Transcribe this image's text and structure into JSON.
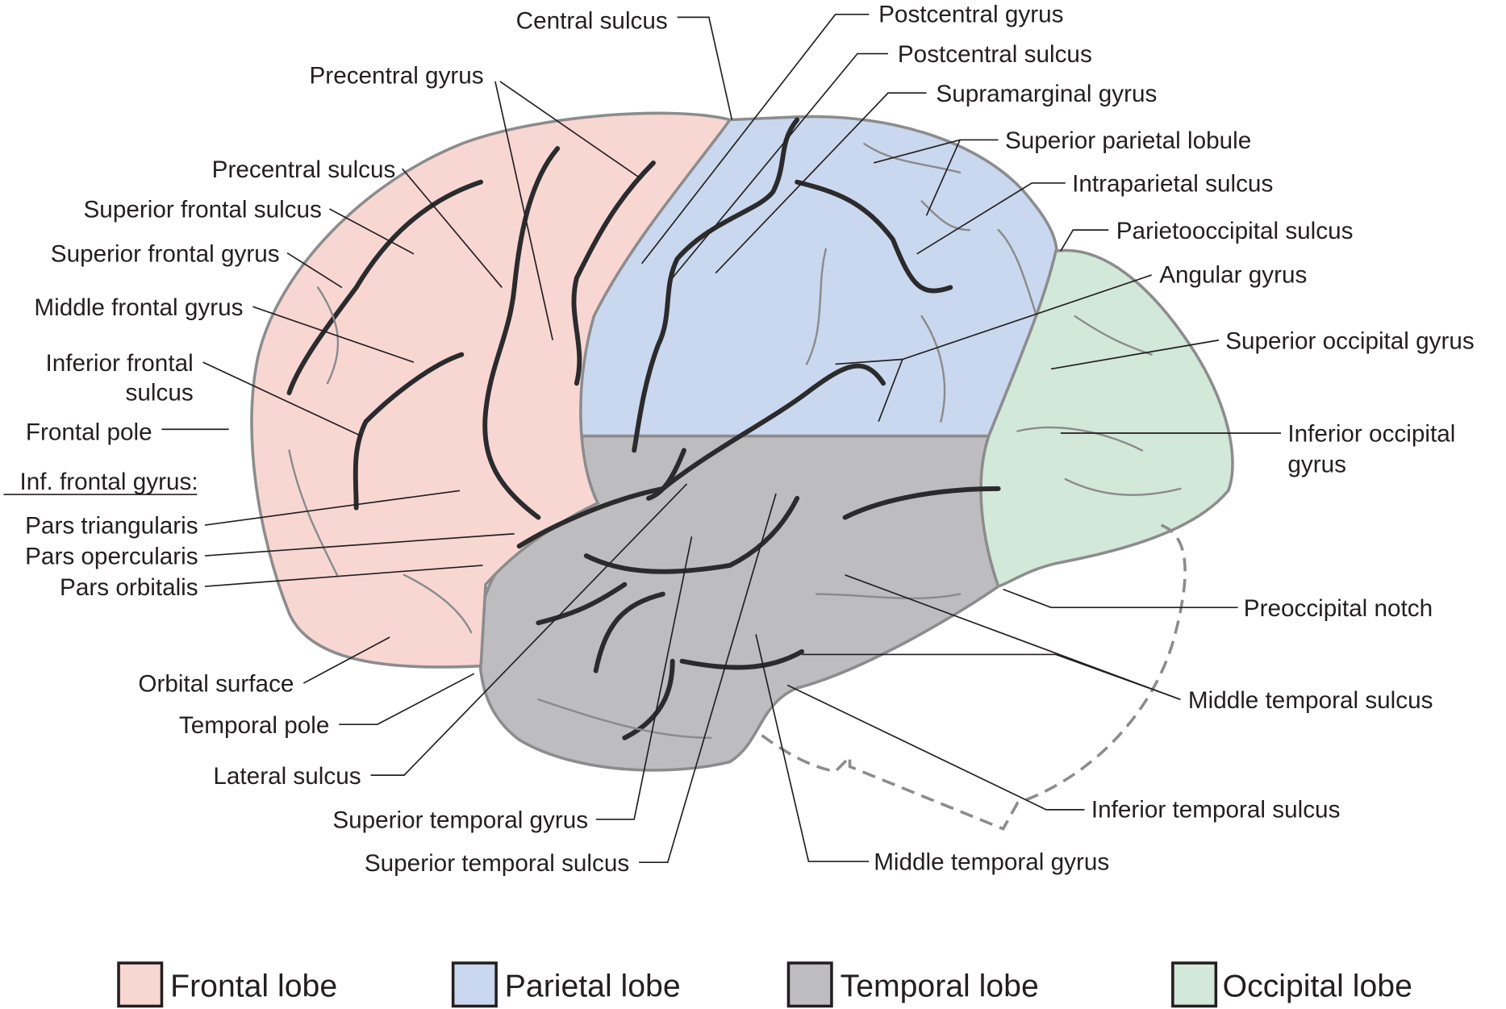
{
  "colors": {
    "frontal": "#f8d7d3",
    "parietal": "#c9d8ee",
    "temporal": "#bdbdbf",
    "occipital": "#d2e8d8"
  },
  "labels": {
    "central_sulcus": "Central sulcus",
    "postcentral_gyrus": "Postcentral gyrus",
    "postcentral_sulcus": "Postcentral sulcus",
    "supramarginal_gyrus": "Supramarginal gyrus",
    "superior_parietal_lobule": "Superior parietal lobule",
    "intraparietal_sulcus": "Intraparietal sulcus",
    "parietooccipital_sulcus": "Parietooccipital sulcus",
    "angular_gyrus": "Angular gyrus",
    "superior_occipital_gyrus": "Superior occipital gyrus",
    "inferior_occipital_gyrus_1": "Inferior occipital",
    "inferior_occipital_gyrus_2": "gyrus",
    "preoccipital_notch": "Preoccipital notch",
    "middle_temporal_sulcus": "Middle temporal sulcus",
    "inferior_temporal_sulcus": "Inferior temporal sulcus",
    "middle_temporal_gyrus": "Middle temporal gyrus",
    "superior_temporal_sulcus": "Superior temporal sulcus",
    "superior_temporal_gyrus": "Superior temporal gyrus",
    "lateral_sulcus": "Lateral sulcus",
    "temporal_pole": "Temporal pole",
    "orbital_surface": "Orbital surface",
    "pars_orbitalis": "Pars orbitalis",
    "pars_opercularis": "Pars opercularis",
    "pars_triangularis": "Pars triangularis",
    "inf_frontal_gyrus": "Inf. frontal gyrus:",
    "frontal_pole": "Frontal pole",
    "inferior_frontal_sulcus_1": "Inferior frontal",
    "inferior_frontal_sulcus_2": "sulcus",
    "middle_frontal_gyrus": "Middle frontal gyrus",
    "superior_frontal_gyrus": "Superior frontal gyrus",
    "superior_frontal_sulcus": "Superior frontal sulcus",
    "precentral_sulcus": "Precentral sulcus",
    "precentral_gyrus": "Precentral gyrus"
  },
  "legend": [
    {
      "label": "Frontal lobe"
    },
    {
      "label": "Parietal lobe"
    },
    {
      "label": "Temporal lobe"
    },
    {
      "label": "Occipital lobe"
    }
  ]
}
